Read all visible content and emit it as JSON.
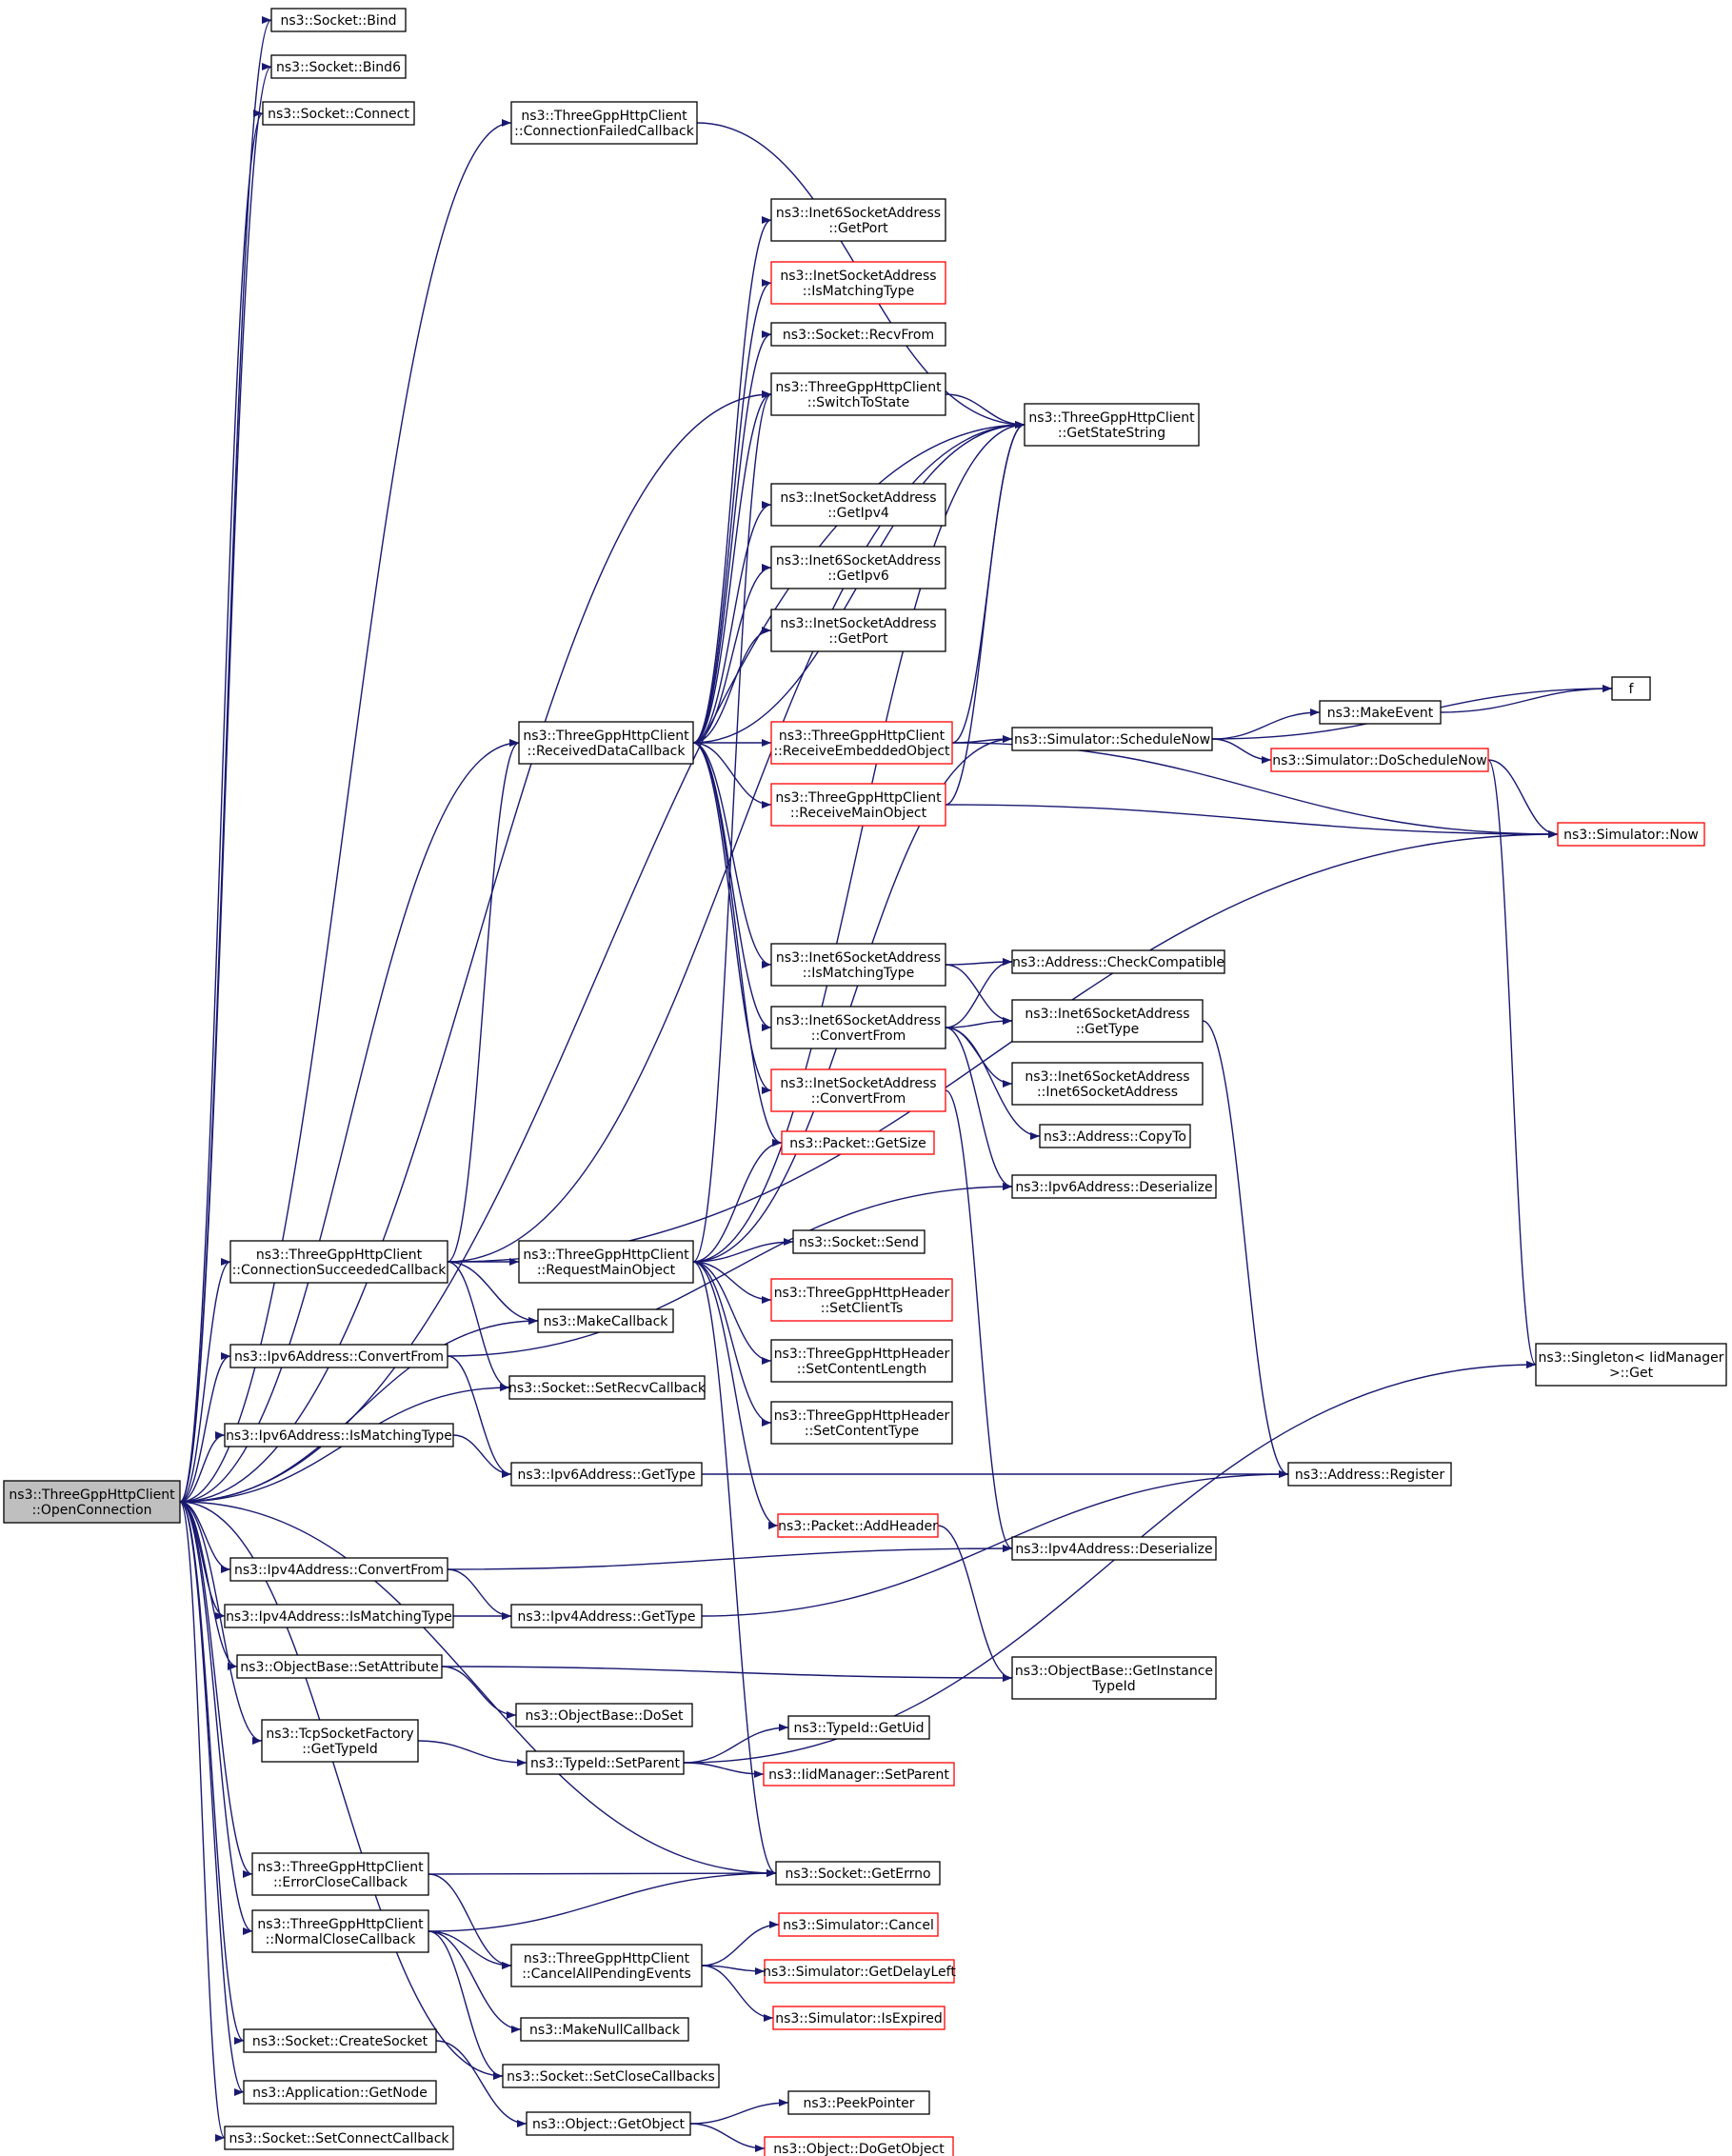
{
  "graph_type": "call graph",
  "colors": {
    "edge": "#191970",
    "node_border": "#000000",
    "node_border_truncated": "#ff0000",
    "root_fill": "#bfbfbf",
    "node_fill": "#ffffff"
  },
  "root": "n_root",
  "nodes": [
    {
      "id": "n_root",
      "lines": [
        "ns3::ThreeGppHttpClient",
        "::OpenConnection"
      ],
      "truncated": false,
      "root": true
    },
    {
      "id": "n_bind",
      "lines": [
        "ns3::Socket::Bind"
      ],
      "truncated": false
    },
    {
      "id": "n_bind6",
      "lines": [
        "ns3::Socket::Bind6"
      ],
      "truncated": false
    },
    {
      "id": "n_connect",
      "lines": [
        "ns3::Socket::Connect"
      ],
      "truncated": false
    },
    {
      "id": "n_cfc",
      "lines": [
        "ns3::ThreeGppHttpClient",
        "::ConnectionFailedCallback"
      ],
      "truncated": false
    },
    {
      "id": "n_i6port",
      "lines": [
        "ns3::Inet6SocketAddress",
        "::GetPort"
      ],
      "truncated": false
    },
    {
      "id": "n_i4match",
      "lines": [
        "ns3::InetSocketAddress",
        "::IsMatchingType"
      ],
      "truncated": true
    },
    {
      "id": "n_recvfrom",
      "lines": [
        "ns3::Socket::RecvFrom"
      ],
      "truncated": false
    },
    {
      "id": "n_switch",
      "lines": [
        "ns3::ThreeGppHttpClient",
        "::SwitchToState"
      ],
      "truncated": false
    },
    {
      "id": "n_gss",
      "lines": [
        "ns3::ThreeGppHttpClient",
        "::GetStateString"
      ],
      "truncated": false
    },
    {
      "id": "n_i4ipv4",
      "lines": [
        "ns3::InetSocketAddress",
        "::GetIpv4"
      ],
      "truncated": false
    },
    {
      "id": "n_i6ipv6",
      "lines": [
        "ns3::Inet6SocketAddress",
        "::GetIpv6"
      ],
      "truncated": false
    },
    {
      "id": "n_i4port",
      "lines": [
        "ns3::InetSocketAddress",
        "::GetPort"
      ],
      "truncated": false
    },
    {
      "id": "n_rdc",
      "lines": [
        "ns3::ThreeGppHttpClient",
        "::ReceivedDataCallback"
      ],
      "truncated": false
    },
    {
      "id": "n_reo",
      "lines": [
        "ns3::ThreeGppHttpClient",
        "::ReceiveEmbeddedObject"
      ],
      "truncated": true
    },
    {
      "id": "n_rmo",
      "lines": [
        "ns3::ThreeGppHttpClient",
        "::ReceiveMainObject"
      ],
      "truncated": true
    },
    {
      "id": "n_schednow",
      "lines": [
        "ns3::Simulator::ScheduleNow"
      ],
      "truncated": false
    },
    {
      "id": "n_makeevent",
      "lines": [
        "ns3::MakeEvent"
      ],
      "truncated": false
    },
    {
      "id": "n_f",
      "lines": [
        "f"
      ],
      "truncated": false
    },
    {
      "id": "n_dosched",
      "lines": [
        "ns3::Simulator::DoScheduleNow"
      ],
      "truncated": true
    },
    {
      "id": "n_now",
      "lines": [
        "ns3::Simulator::Now"
      ],
      "truncated": true
    },
    {
      "id": "n_i6match",
      "lines": [
        "ns3::Inet6SocketAddress",
        "::IsMatchingType"
      ],
      "truncated": false
    },
    {
      "id": "n_checkcompat",
      "lines": [
        "ns3::Address::CheckCompatible"
      ],
      "truncated": false
    },
    {
      "id": "n_i6conv",
      "lines": [
        "ns3::Inet6SocketAddress",
        "::ConvertFrom"
      ],
      "truncated": false
    },
    {
      "id": "n_i6gettype",
      "lines": [
        "ns3::Inet6SocketAddress",
        "::GetType"
      ],
      "truncated": false
    },
    {
      "id": "n_i6ctor",
      "lines": [
        "ns3::Inet6SocketAddress",
        "::Inet6SocketAddress"
      ],
      "truncated": false
    },
    {
      "id": "n_i4conv",
      "lines": [
        "ns3::InetSocketAddress",
        "::ConvertFrom"
      ],
      "truncated": true
    },
    {
      "id": "n_copyto",
      "lines": [
        "ns3::Address::CopyTo"
      ],
      "truncated": false
    },
    {
      "id": "n_getsize",
      "lines": [
        "ns3::Packet::GetSize"
      ],
      "truncated": true
    },
    {
      "id": "n_ipv6deser",
      "lines": [
        "ns3::Ipv6Address::Deserialize"
      ],
      "truncated": false
    },
    {
      "id": "n_csc",
      "lines": [
        "ns3::ThreeGppHttpClient",
        "::ConnectionSucceededCallback"
      ],
      "truncated": false
    },
    {
      "id": "n_rmobj",
      "lines": [
        "ns3::ThreeGppHttpClient",
        "::RequestMainObject"
      ],
      "truncated": false
    },
    {
      "id": "n_send",
      "lines": [
        "ns3::Socket::Send"
      ],
      "truncated": false
    },
    {
      "id": "n_setclientts",
      "lines": [
        "ns3::ThreeGppHttpHeader",
        "::SetClientTs"
      ],
      "truncated": true
    },
    {
      "id": "n_setcontentlen",
      "lines": [
        "ns3::ThreeGppHttpHeader",
        "::SetContentLength"
      ],
      "truncated": false
    },
    {
      "id": "n_setcontenttype",
      "lines": [
        "ns3::ThreeGppHttpHeader",
        "::SetContentType"
      ],
      "truncated": false
    },
    {
      "id": "n_makecb",
      "lines": [
        "ns3::MakeCallback"
      ],
      "truncated": false
    },
    {
      "id": "n_singleton",
      "lines": [
        "ns3::Singleton< IidManager",
        ">::Get"
      ],
      "truncated": false
    },
    {
      "id": "n_ipv6conv",
      "lines": [
        "ns3::Ipv6Address::ConvertFrom"
      ],
      "truncated": false
    },
    {
      "id": "n_setrecvcb",
      "lines": [
        "ns3::Socket::SetRecvCallback"
      ],
      "truncated": false
    },
    {
      "id": "n_ipv6match",
      "lines": [
        "ns3::Ipv6Address::IsMatchingType"
      ],
      "truncated": false
    },
    {
      "id": "n_ipv6gettype",
      "lines": [
        "ns3::Ipv6Address::GetType"
      ],
      "truncated": false
    },
    {
      "id": "n_register",
      "lines": [
        "ns3::Address::Register"
      ],
      "truncated": false
    },
    {
      "id": "n_addheader",
      "lines": [
        "ns3::Packet::AddHeader"
      ],
      "truncated": true
    },
    {
      "id": "n_ipv4conv",
      "lines": [
        "ns3::Ipv4Address::ConvertFrom"
      ],
      "truncated": false
    },
    {
      "id": "n_ipv4deser",
      "lines": [
        "ns3::Ipv4Address::Deserialize"
      ],
      "truncated": false
    },
    {
      "id": "n_ipv4match",
      "lines": [
        "ns3::Ipv4Address::IsMatchingType"
      ],
      "truncated": false
    },
    {
      "id": "n_ipv4gettype",
      "lines": [
        "ns3::Ipv4Address::GetType"
      ],
      "truncated": false
    },
    {
      "id": "n_setattr",
      "lines": [
        "ns3::ObjectBase::SetAttribute"
      ],
      "truncated": false
    },
    {
      "id": "n_getinsttid",
      "lines": [
        "ns3::ObjectBase::GetInstance",
        "TypeId"
      ],
      "truncated": false
    },
    {
      "id": "n_doset",
      "lines": [
        "ns3::ObjectBase::DoSet"
      ],
      "truncated": false
    },
    {
      "id": "n_tcpsf",
      "lines": [
        "ns3::TcpSocketFactory",
        "::GetTypeId"
      ],
      "truncated": false
    },
    {
      "id": "n_getuid",
      "lines": [
        "ns3::TypeId::GetUid"
      ],
      "truncated": false
    },
    {
      "id": "n_setparent",
      "lines": [
        "ns3::TypeId::SetParent"
      ],
      "truncated": false
    },
    {
      "id": "n_iidsetparent",
      "lines": [
        "ns3::IidManager::SetParent"
      ],
      "truncated": true
    },
    {
      "id": "n_errclose",
      "lines": [
        "ns3::ThreeGppHttpClient",
        "::ErrorCloseCallback"
      ],
      "truncated": false
    },
    {
      "id": "n_geterrno",
      "lines": [
        "ns3::Socket::GetErrno"
      ],
      "truncated": false
    },
    {
      "id": "n_normclose",
      "lines": [
        "ns3::ThreeGppHttpClient",
        "::NormalCloseCallback"
      ],
      "truncated": false
    },
    {
      "id": "n_cancel",
      "lines": [
        "ns3::Simulator::Cancel"
      ],
      "truncated": true
    },
    {
      "id": "n_cape",
      "lines": [
        "ns3::ThreeGppHttpClient",
        "::CancelAllPendingEvents"
      ],
      "truncated": false
    },
    {
      "id": "n_getdelay",
      "lines": [
        "ns3::Simulator::GetDelayLeft"
      ],
      "truncated": true
    },
    {
      "id": "n_isexpired",
      "lines": [
        "ns3::Simulator::IsExpired"
      ],
      "truncated": true
    },
    {
      "id": "n_makenullcb",
      "lines": [
        "ns3::MakeNullCallback"
      ],
      "truncated": false
    },
    {
      "id": "n_createsock",
      "lines": [
        "ns3::Socket::CreateSocket"
      ],
      "truncated": false
    },
    {
      "id": "n_setclosecb",
      "lines": [
        "ns3::Socket::SetCloseCallbacks"
      ],
      "truncated": false
    },
    {
      "id": "n_getnode",
      "lines": [
        "ns3::Application::GetNode"
      ],
      "truncated": false
    },
    {
      "id": "n_getobject",
      "lines": [
        "ns3::Object::GetObject"
      ],
      "truncated": false
    },
    {
      "id": "n_peekptr",
      "lines": [
        "ns3::PeekPointer"
      ],
      "truncated": false
    },
    {
      "id": "n_dogetobj",
      "lines": [
        "ns3::Object::DoGetObject"
      ],
      "truncated": true
    },
    {
      "id": "n_setconncb",
      "lines": [
        "ns3::Socket::SetConnectCallback"
      ],
      "truncated": false
    }
  ],
  "edges": [
    [
      "n_root",
      "n_bind"
    ],
    [
      "n_root",
      "n_bind6"
    ],
    [
      "n_root",
      "n_connect"
    ],
    [
      "n_root",
      "n_cfc"
    ],
    [
      "n_root",
      "n_gss"
    ],
    [
      "n_root",
      "n_switch"
    ],
    [
      "n_root",
      "n_rdc"
    ],
    [
      "n_root",
      "n_csc"
    ],
    [
      "n_root",
      "n_ipv6conv"
    ],
    [
      "n_root",
      "n_makecb"
    ],
    [
      "n_root",
      "n_setrecvcb"
    ],
    [
      "n_root",
      "n_ipv6match"
    ],
    [
      "n_root",
      "n_ipv4conv"
    ],
    [
      "n_root",
      "n_ipv4match"
    ],
    [
      "n_root",
      "n_setattr"
    ],
    [
      "n_root",
      "n_tcpsf"
    ],
    [
      "n_root",
      "n_geterrno"
    ],
    [
      "n_root",
      "n_errclose"
    ],
    [
      "n_root",
      "n_normclose"
    ],
    [
      "n_root",
      "n_createsock"
    ],
    [
      "n_root",
      "n_setclosecb"
    ],
    [
      "n_root",
      "n_getnode"
    ],
    [
      "n_root",
      "n_setconncb"
    ],
    [
      "n_cfc",
      "n_gss"
    ],
    [
      "n_switch",
      "n_gss"
    ],
    [
      "n_rdc",
      "n_i6port"
    ],
    [
      "n_rdc",
      "n_i4match"
    ],
    [
      "n_rdc",
      "n_recvfrom"
    ],
    [
      "n_rdc",
      "n_switch"
    ],
    [
      "n_rdc",
      "n_gss"
    ],
    [
      "n_rdc",
      "n_i4ipv4"
    ],
    [
      "n_rdc",
      "n_i6ipv6"
    ],
    [
      "n_rdc",
      "n_i4port"
    ],
    [
      "n_rdc",
      "n_reo"
    ],
    [
      "n_rdc",
      "n_rmo"
    ],
    [
      "n_rdc",
      "n_i6match"
    ],
    [
      "n_rdc",
      "n_i6conv"
    ],
    [
      "n_rdc",
      "n_i4conv"
    ],
    [
      "n_rdc",
      "n_getsize"
    ],
    [
      "n_reo",
      "n_gss"
    ],
    [
      "n_reo",
      "n_schednow"
    ],
    [
      "n_reo",
      "n_now"
    ],
    [
      "n_rmo",
      "n_gss"
    ],
    [
      "n_rmo",
      "n_now"
    ],
    [
      "n_schednow",
      "n_makeevent"
    ],
    [
      "n_schednow",
      "n_f"
    ],
    [
      "n_schednow",
      "n_dosched"
    ],
    [
      "n_makeevent",
      "n_f"
    ],
    [
      "n_dosched",
      "n_now"
    ],
    [
      "n_dosched",
      "n_singleton"
    ],
    [
      "n_i6match",
      "n_checkcompat"
    ],
    [
      "n_i6match",
      "n_i6gettype"
    ],
    [
      "n_i6conv",
      "n_checkcompat"
    ],
    [
      "n_i6conv",
      "n_i6gettype"
    ],
    [
      "n_i6conv",
      "n_i6ctor"
    ],
    [
      "n_i6conv",
      "n_copyto"
    ],
    [
      "n_i6conv",
      "n_ipv6deser"
    ],
    [
      "n_i6gettype",
      "n_register"
    ],
    [
      "n_i4conv",
      "n_ipv4deser"
    ],
    [
      "n_csc",
      "n_rdc"
    ],
    [
      "n_csc",
      "n_rmobj"
    ],
    [
      "n_csc",
      "n_makecb"
    ],
    [
      "n_csc",
      "n_setrecvcb"
    ],
    [
      "n_csc",
      "n_gss"
    ],
    [
      "n_csc",
      "n_now"
    ],
    [
      "n_rmobj",
      "n_switch"
    ],
    [
      "n_rmobj",
      "n_gss"
    ],
    [
      "n_rmobj",
      "n_schednow"
    ],
    [
      "n_rmobj",
      "n_getsize"
    ],
    [
      "n_rmobj",
      "n_send"
    ],
    [
      "n_rmobj",
      "n_setclientts"
    ],
    [
      "n_rmobj",
      "n_setcontentlen"
    ],
    [
      "n_rmobj",
      "n_setcontenttype"
    ],
    [
      "n_rmobj",
      "n_addheader"
    ],
    [
      "n_rmobj",
      "n_geterrno"
    ],
    [
      "n_ipv6conv",
      "n_ipv6deser"
    ],
    [
      "n_ipv6conv",
      "n_ipv6gettype"
    ],
    [
      "n_ipv6match",
      "n_ipv6gettype"
    ],
    [
      "n_ipv6gettype",
      "n_register"
    ],
    [
      "n_addheader",
      "n_getinsttid"
    ],
    [
      "n_ipv4conv",
      "n_ipv4deser"
    ],
    [
      "n_ipv4conv",
      "n_ipv4gettype"
    ],
    [
      "n_ipv4match",
      "n_ipv4gettype"
    ],
    [
      "n_ipv4gettype",
      "n_register"
    ],
    [
      "n_setattr",
      "n_getinsttid"
    ],
    [
      "n_setattr",
      "n_doset"
    ],
    [
      "n_tcpsf",
      "n_setparent"
    ],
    [
      "n_setparent",
      "n_getuid"
    ],
    [
      "n_setparent",
      "n_iidsetparent"
    ],
    [
      "n_setparent",
      "n_singleton"
    ],
    [
      "n_errclose",
      "n_geterrno"
    ],
    [
      "n_errclose",
      "n_cape"
    ],
    [
      "n_normclose",
      "n_geterrno"
    ],
    [
      "n_normclose",
      "n_cape"
    ],
    [
      "n_normclose",
      "n_makenullcb"
    ],
    [
      "n_normclose",
      "n_setclosecb"
    ],
    [
      "n_cape",
      "n_cancel"
    ],
    [
      "n_cape",
      "n_getdelay"
    ],
    [
      "n_cape",
      "n_isexpired"
    ],
    [
      "n_createsock",
      "n_getobject"
    ],
    [
      "n_getobject",
      "n_peekptr"
    ],
    [
      "n_getobject",
      "n_dogetobj"
    ]
  ]
}
